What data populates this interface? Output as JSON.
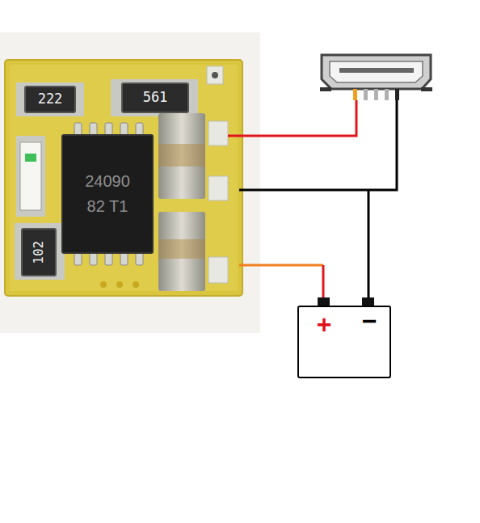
{
  "diagram": {
    "nodes": [
      {
        "text": [
          "222"
        ]
      },
      {
        "text": [
          "561"
        ]
      },
      {
        "text": [
          "24090",
          "82 T1"
        ]
      },
      {
        "text": [
          "102"
        ]
      },
      {
        "text": [
          "+",
          "−"
        ]
      }
    ]
  }
}
